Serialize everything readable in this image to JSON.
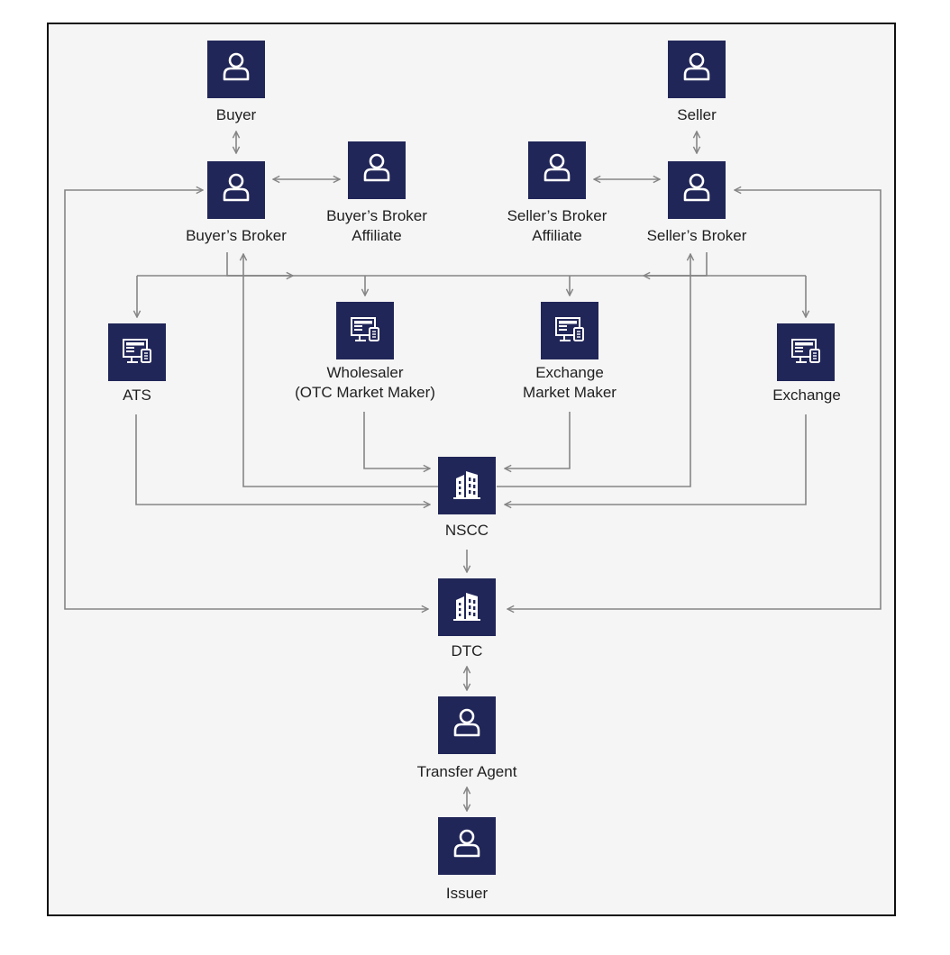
{
  "colors": {
    "node": "#212658",
    "line": "#858585",
    "background": "#f5f5f5",
    "text": "#1f1f1f"
  },
  "nodes": {
    "buyer": {
      "label": "Buyer",
      "icon": "person-icon"
    },
    "seller": {
      "label": "Seller",
      "icon": "person-icon"
    },
    "buyers_broker": {
      "label": "Buyer’s Broker",
      "icon": "person-icon"
    },
    "buyers_broker_affiliate": {
      "line1": "Buyer’s Broker",
      "line2": "Affiliate",
      "icon": "person-icon"
    },
    "sellers_broker_affiliate": {
      "line1": "Seller’s Broker",
      "line2": "Affiliate",
      "icon": "person-icon"
    },
    "sellers_broker": {
      "label": "Seller’s Broker",
      "icon": "person-icon"
    },
    "ats": {
      "label": "ATS",
      "icon": "trading-screen-icon"
    },
    "wholesaler": {
      "line1": "Wholesaler",
      "line2": "(OTC Market Maker)",
      "icon": "trading-screen-icon"
    },
    "exchange_market_maker": {
      "line1": "Exchange",
      "line2": "Market Maker",
      "icon": "trading-screen-icon"
    },
    "exchange": {
      "label": "Exchange",
      "icon": "trading-screen-icon"
    },
    "nscc": {
      "label": "NSCC",
      "icon": "building-icon"
    },
    "dtc": {
      "label": "DTC",
      "icon": "building-icon"
    },
    "transfer_agent": {
      "label": "Transfer Agent",
      "icon": "person-icon"
    },
    "issuer": {
      "label": "Issuer",
      "icon": "person-icon"
    }
  }
}
